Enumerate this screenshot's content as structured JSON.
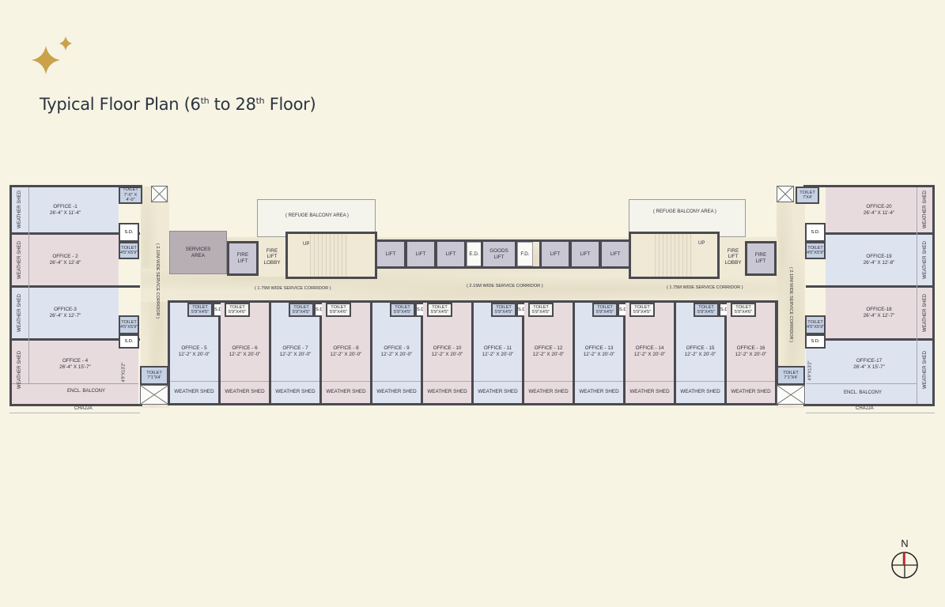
{
  "header": {
    "icon": "sparkle-icon",
    "icon_color": "#c9a24a",
    "title_prefix": "Typical Floor Plan (6",
    "title_sup1": "th",
    "title_mid": " to 28",
    "title_sup2": "th",
    "title_suffix": " Floor)"
  },
  "colors": {
    "background": "#f7f4e4",
    "wall": "#4a4a50",
    "office_blue": "#dde3ef",
    "office_pink": "#e8dbde",
    "lift": "#c9c7d4",
    "services": "#b7afb4",
    "corridor": "#efe9d6",
    "north_marker": "#d0202a"
  },
  "left_wing": {
    "offices": [
      {
        "name": "OFFICE -1",
        "size": "26'-4\" X 11'-4\"",
        "shed": "WEATHER SHED"
      },
      {
        "name": "OFFICE - 2",
        "size": "26'-4\" X 12'-8\"",
        "shed": "WEATHER SHED"
      },
      {
        "name": "OFFICE-3",
        "size": "26'-4\" X 12'-7\"",
        "shed": "WEATHER SHED"
      },
      {
        "name": "OFFICE - 4",
        "size": "26'-4\" X 15'-7\"",
        "shed": "WEATHER SHED"
      }
    ],
    "toilet_top": {
      "label": "TOILET",
      "size": "7'-6\" X 4'-0\""
    },
    "toilet_mid1": {
      "label": "TOILET",
      "size": "4'5\"X5'9\""
    },
    "toilet_mid2": {
      "label": "TOILET",
      "size": "4'5\"X5'9\""
    },
    "toilet_bottom": {
      "label": "TOILET",
      "size": "7'1\"X4'"
    },
    "sd1": "S.D.",
    "sd2": "S.D.",
    "balcony": "ENCL. BALCONY",
    "chajja": "CHAJJA",
    "dimension": "4'9\"X13'2\"",
    "corridor": "( 2.10M WIDE SERVICE CORRIDOR )"
  },
  "right_wing": {
    "offices": [
      {
        "name": "OFFICE-20",
        "size": "26'-4\" X 11'-4\"",
        "shed": "WEATHER SHED"
      },
      {
        "name": "OFFICE-19",
        "size": "26'-4\" X 12'-8\"",
        "shed": "WEATHER SHED"
      },
      {
        "name": "OFFICE-18",
        "size": "26'-4\" X 12'-7\"",
        "shed": "WEATHER SHED"
      },
      {
        "name": "OFFICE-17",
        "size": "26'-4\" X 15'-7\"",
        "shed": "WEATHER SHED"
      }
    ],
    "toilet_top": {
      "label": "TOILET",
      "size": "7'X4'"
    },
    "toilet_mid1": {
      "label": "TOILET",
      "size": "4'5\"X5'9\""
    },
    "toilet_mid2": {
      "label": "TOILET",
      "size": "4'5\"X5'9\""
    },
    "toilet_bottom": {
      "label": "TOILET",
      "size": "7'1\"X4'"
    },
    "sd1": "S.D.",
    "sd2": "S.D.",
    "balcony": "ENCL. BALCONY",
    "chajja": "CHAJJA",
    "dimension": "4'9\"X13'2\"",
    "corridor": "( 2.10M WIDE SERVICE CORRIDOR )"
  },
  "core": {
    "services_area": "SERVICES AREA",
    "fire_lift": "FIRE LIFT",
    "fire_lift_lobby": "FIRE LIFT LOBBY",
    "refuge": "( REFUGE BALCONY AREA )",
    "up": "UP",
    "lifts": [
      "LIFT",
      "LIFT",
      "LIFT",
      "E.D.",
      "GOODS LIFT",
      "F.D.",
      "LIFT",
      "LIFT",
      "LIFT"
    ],
    "corridor_left": "( 1.75M WIDE SERVICE CORRIDOR )",
    "corridor_center": "( 2.15M WIDE SERVICE CORRIDOR )",
    "corridor_right": "( 1.75M WIDE SERVICE CORRIDOR )"
  },
  "bottom_offices": [
    {
      "name": "OFFICE - 5",
      "size": "12'-2\" X 20'-0\"",
      "shed": "WEATHER SHED",
      "toilet": "5'9\"X4'5\""
    },
    {
      "name": "OFFICE - 6",
      "size": "12'-2\" X 20'-0\"",
      "shed": "WEATHER SHED",
      "toilet": "5'9\"X4'6\""
    },
    {
      "name": "OFFICE - 7",
      "size": "12'-2\" X 20'-0\"",
      "shed": "WEATHER SHED",
      "toilet": "5'9\"X4'5\""
    },
    {
      "name": "OFFICE - 8",
      "size": "12'-2\" X 20'-0\"",
      "shed": "WEATHER SHED",
      "toilet": "5'9\"X4'6\""
    },
    {
      "name": "OFFICE - 9",
      "size": "12'-2\" X 20'-0\"",
      "shed": "WEATHER SHED",
      "toilet": "5'9\"X4'5\""
    },
    {
      "name": "OFFICE - 10",
      "size": "12'-2\" X 20'-0\"",
      "shed": "WEATHER SHED",
      "toilet": "5'9\"X4'5\""
    },
    {
      "name": "OFFICE - 11",
      "size": "12'-2\" X 20'-0\"",
      "shed": "WEATHER SHED",
      "toilet": "5'9\"X4'5\""
    },
    {
      "name": "OFFICE - 12",
      "size": "12'-2\" X 20'-0\"",
      "shed": "WEATHER SHED",
      "toilet": "5'9\"X4'5\""
    },
    {
      "name": "OFFICE - 13",
      "size": "12'-2\" X 20'-0\"",
      "shed": "WEATHER SHED",
      "toilet": "5'9\"X4'5\""
    },
    {
      "name": "OFFICE - 14",
      "size": "12'-2\" X 20'-0\"",
      "shed": "WEATHER SHED",
      "toilet": "5'9\"X4'5\""
    },
    {
      "name": "OFFICE - 15",
      "size": "12'-2\" X 20'-0\"",
      "shed": "WEATHER SHED",
      "toilet": "5'9\"X4'5\""
    },
    {
      "name": "OFFICE - 16",
      "size": "12'-2\" X 20'-0\"",
      "shed": "WEATHER SHED",
      "toilet": "5'9\"X4'6\""
    }
  ],
  "bottom_common": {
    "toilet_label": "TOILET",
    "sd": "S.D."
  },
  "compass": {
    "label": "N",
    "icon": "north-arrow-icon"
  }
}
